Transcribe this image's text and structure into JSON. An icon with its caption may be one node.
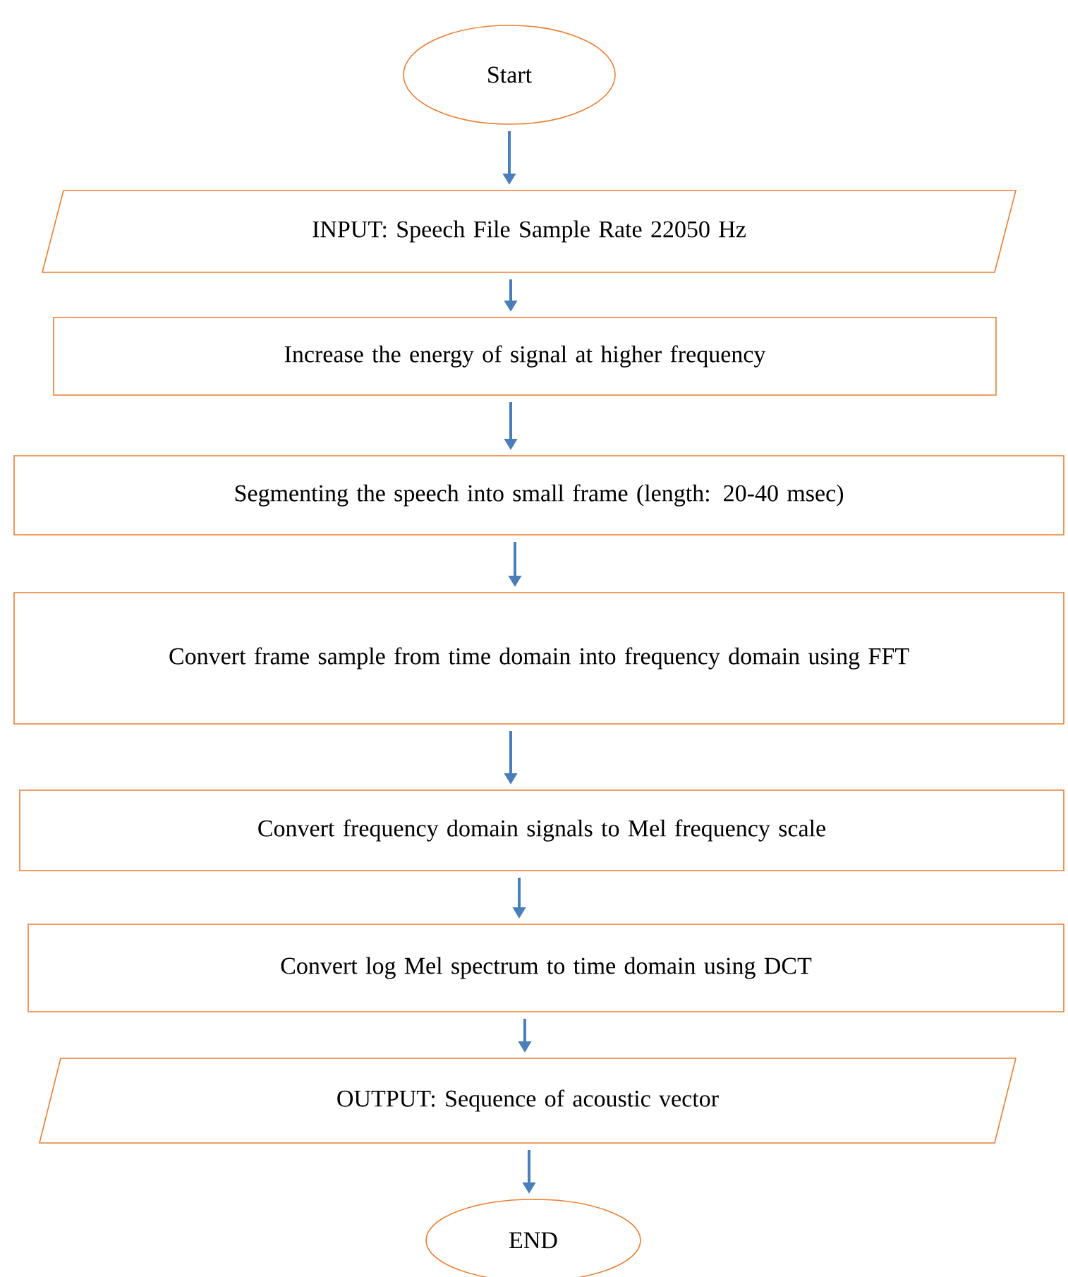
{
  "diagram": {
    "nodes": [
      {
        "text": [
          "Start"
        ]
      },
      {
        "text": [
          "INPUT: Speech File Sample Rate 22050 Hz"
        ]
      },
      {
        "text": [
          "Increase the energy of signal at higher frequency"
        ]
      },
      {
        "text": [
          "Segmenting the speech into small frame (length: 20-40 msec)"
        ]
      },
      {
        "text": [
          "Convert frame sample from time domain into frequency domain using FFT"
        ]
      },
      {
        "text": [
          "Convert frequency domain signals to Mel frequency scale"
        ]
      },
      {
        "text": [
          "Convert log Mel spectrum to time domain using DCT"
        ]
      },
      {
        "text": [
          "OUTPUT: Sequence of acoustic vector"
        ]
      },
      {
        "text": [
          "END"
        ]
      }
    ],
    "edges": [
      {
        "from": 0,
        "to": 1,
        "arrow": "to"
      },
      {
        "from": 1,
        "to": 2,
        "arrow": "to"
      },
      {
        "from": 2,
        "to": 3,
        "arrow": "to"
      },
      {
        "from": 3,
        "to": 4,
        "arrow": "to"
      },
      {
        "from": 4,
        "to": 5,
        "arrow": "to"
      },
      {
        "from": 5,
        "to": 6,
        "arrow": "to"
      },
      {
        "from": 6,
        "to": 7,
        "arrow": "to"
      },
      {
        "from": 7,
        "to": 8,
        "arrow": "to"
      }
    ]
  }
}
